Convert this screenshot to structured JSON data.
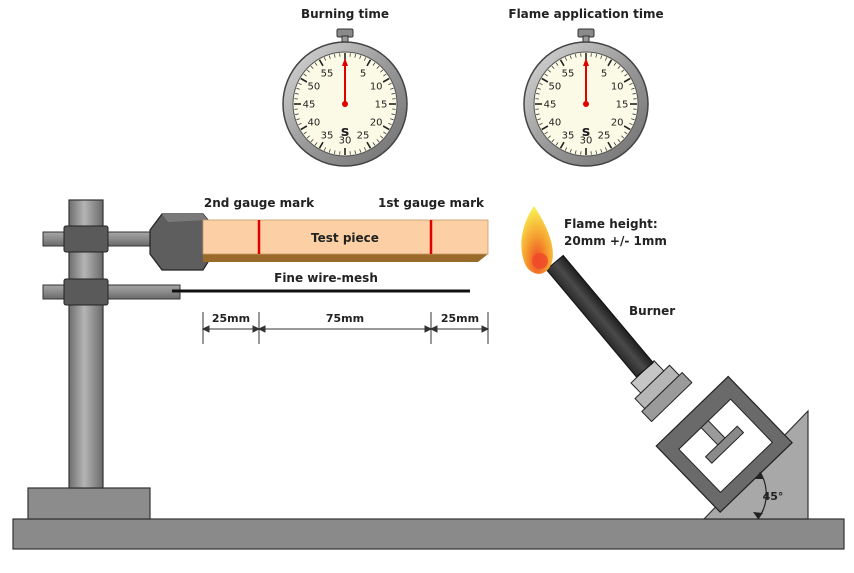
{
  "stopwatches": [
    {
      "title": "Burning time",
      "unit": "s",
      "numbers": [
        "55",
        "5",
        "10",
        "15",
        "20",
        "25",
        "30",
        "35",
        "40",
        "45",
        "50"
      ]
    },
    {
      "title": "Flame application time",
      "unit": "s",
      "numbers": [
        "55",
        "5",
        "10",
        "15",
        "20",
        "25",
        "30",
        "35",
        "40",
        "45",
        "50"
      ]
    }
  ],
  "labels": {
    "second_gauge_mark": "2nd gauge mark",
    "first_gauge_mark": "1st gauge mark",
    "test_piece": "Test piece",
    "fine_wire_mesh": "Fine wire-mesh",
    "flame_height_line1": "Flame height:",
    "flame_height_line2": "20mm +/- 1mm",
    "burner": "Burner",
    "angle": "45°"
  },
  "dimensions": [
    "25mm",
    "75mm",
    "25mm"
  ],
  "colors": {
    "test_piece": "#fcd0a4",
    "test_piece_edge": "#9a6a2a",
    "gauge_mark": "#e00000",
    "metal_dark": "#5a5a5a",
    "metal_mid": "#8c8c8c",
    "dial_face": "#fbfae6",
    "flame_outer": "#f7e64a",
    "flame_inner": "#f06a2a"
  }
}
